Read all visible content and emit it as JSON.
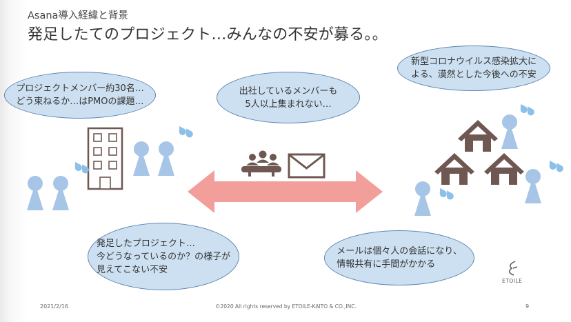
{
  "header": {
    "subtitle": "Asana導入経緯と背景",
    "title": "発足したてのプロジェクト…みんなの不安が募る。。"
  },
  "bubbles": {
    "b1": [
      "プロジェクトメンバー約30名…",
      "どう束ねるか…はPMOの課題…"
    ],
    "b2": [
      "出社しているメンバーも",
      "5人以上集まれない…"
    ],
    "b3": [
      "新型コロナウイルス感染拡大に",
      "よる、漠然とした今後への不安"
    ],
    "b4": [
      "発足したプロジェクト…",
      "今どうなっているのか？の様子が",
      "見えてこない不安"
    ],
    "b5": [
      "メールは個々人の会話になり、",
      "情報共有に手間がかかる"
    ]
  },
  "icons": [
    "building-icon",
    "person-icon",
    "sweat-drops-icon",
    "meeting-group-icon",
    "mail-icon",
    "house-icon",
    "double-arrow-icon",
    "etoile-logo-icon"
  ],
  "colors": {
    "bubble_fill": "#cde0f1",
    "bubble_stroke": "#5d84b2",
    "person": "#a7c5e6",
    "drops": "#8cc0e8",
    "arrow": "#f29f9b",
    "brown": "#6e5851"
  },
  "footer": {
    "date": "2021/2/16",
    "copyright": "©2020 All rights reserved by ETOILE-KAITO & CO.,INC.",
    "page": "9",
    "logo": "ETOILE"
  }
}
